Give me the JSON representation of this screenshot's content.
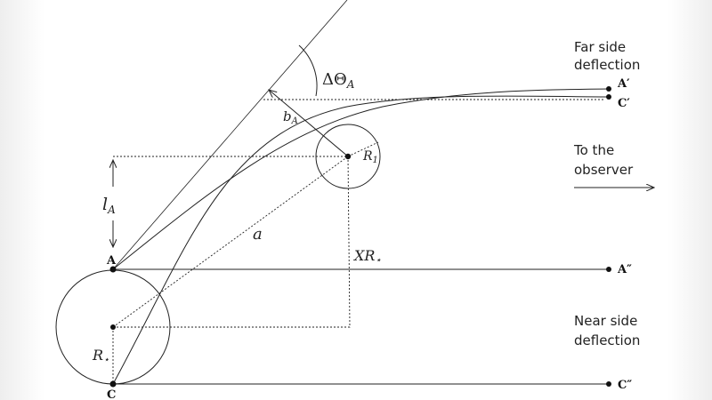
{
  "labels": {
    "far_side_1": "Far side",
    "far_side_2": "deflection",
    "observer_1": "To the",
    "observer_2": "observer",
    "near_side_1": "Near side",
    "near_side_2": "deflection",
    "point_a": "A",
    "point_c": "C",
    "point_a_prime": "A′",
    "point_c_prime": "C′",
    "point_a_dprime": "A″",
    "point_c_dprime": "C″",
    "l_a": "l",
    "l_a_sub": "A",
    "a": "a",
    "x_r_star": "XR",
    "x_r_star_sub": "⋆",
    "r_star": "R",
    "r_star_sub": "⋆",
    "r1": "R",
    "r1_sub": "1",
    "b_a": "b",
    "b_a_sub": "A",
    "delta_theta": "ΔΘ",
    "delta_theta_sub": "A"
  }
}
